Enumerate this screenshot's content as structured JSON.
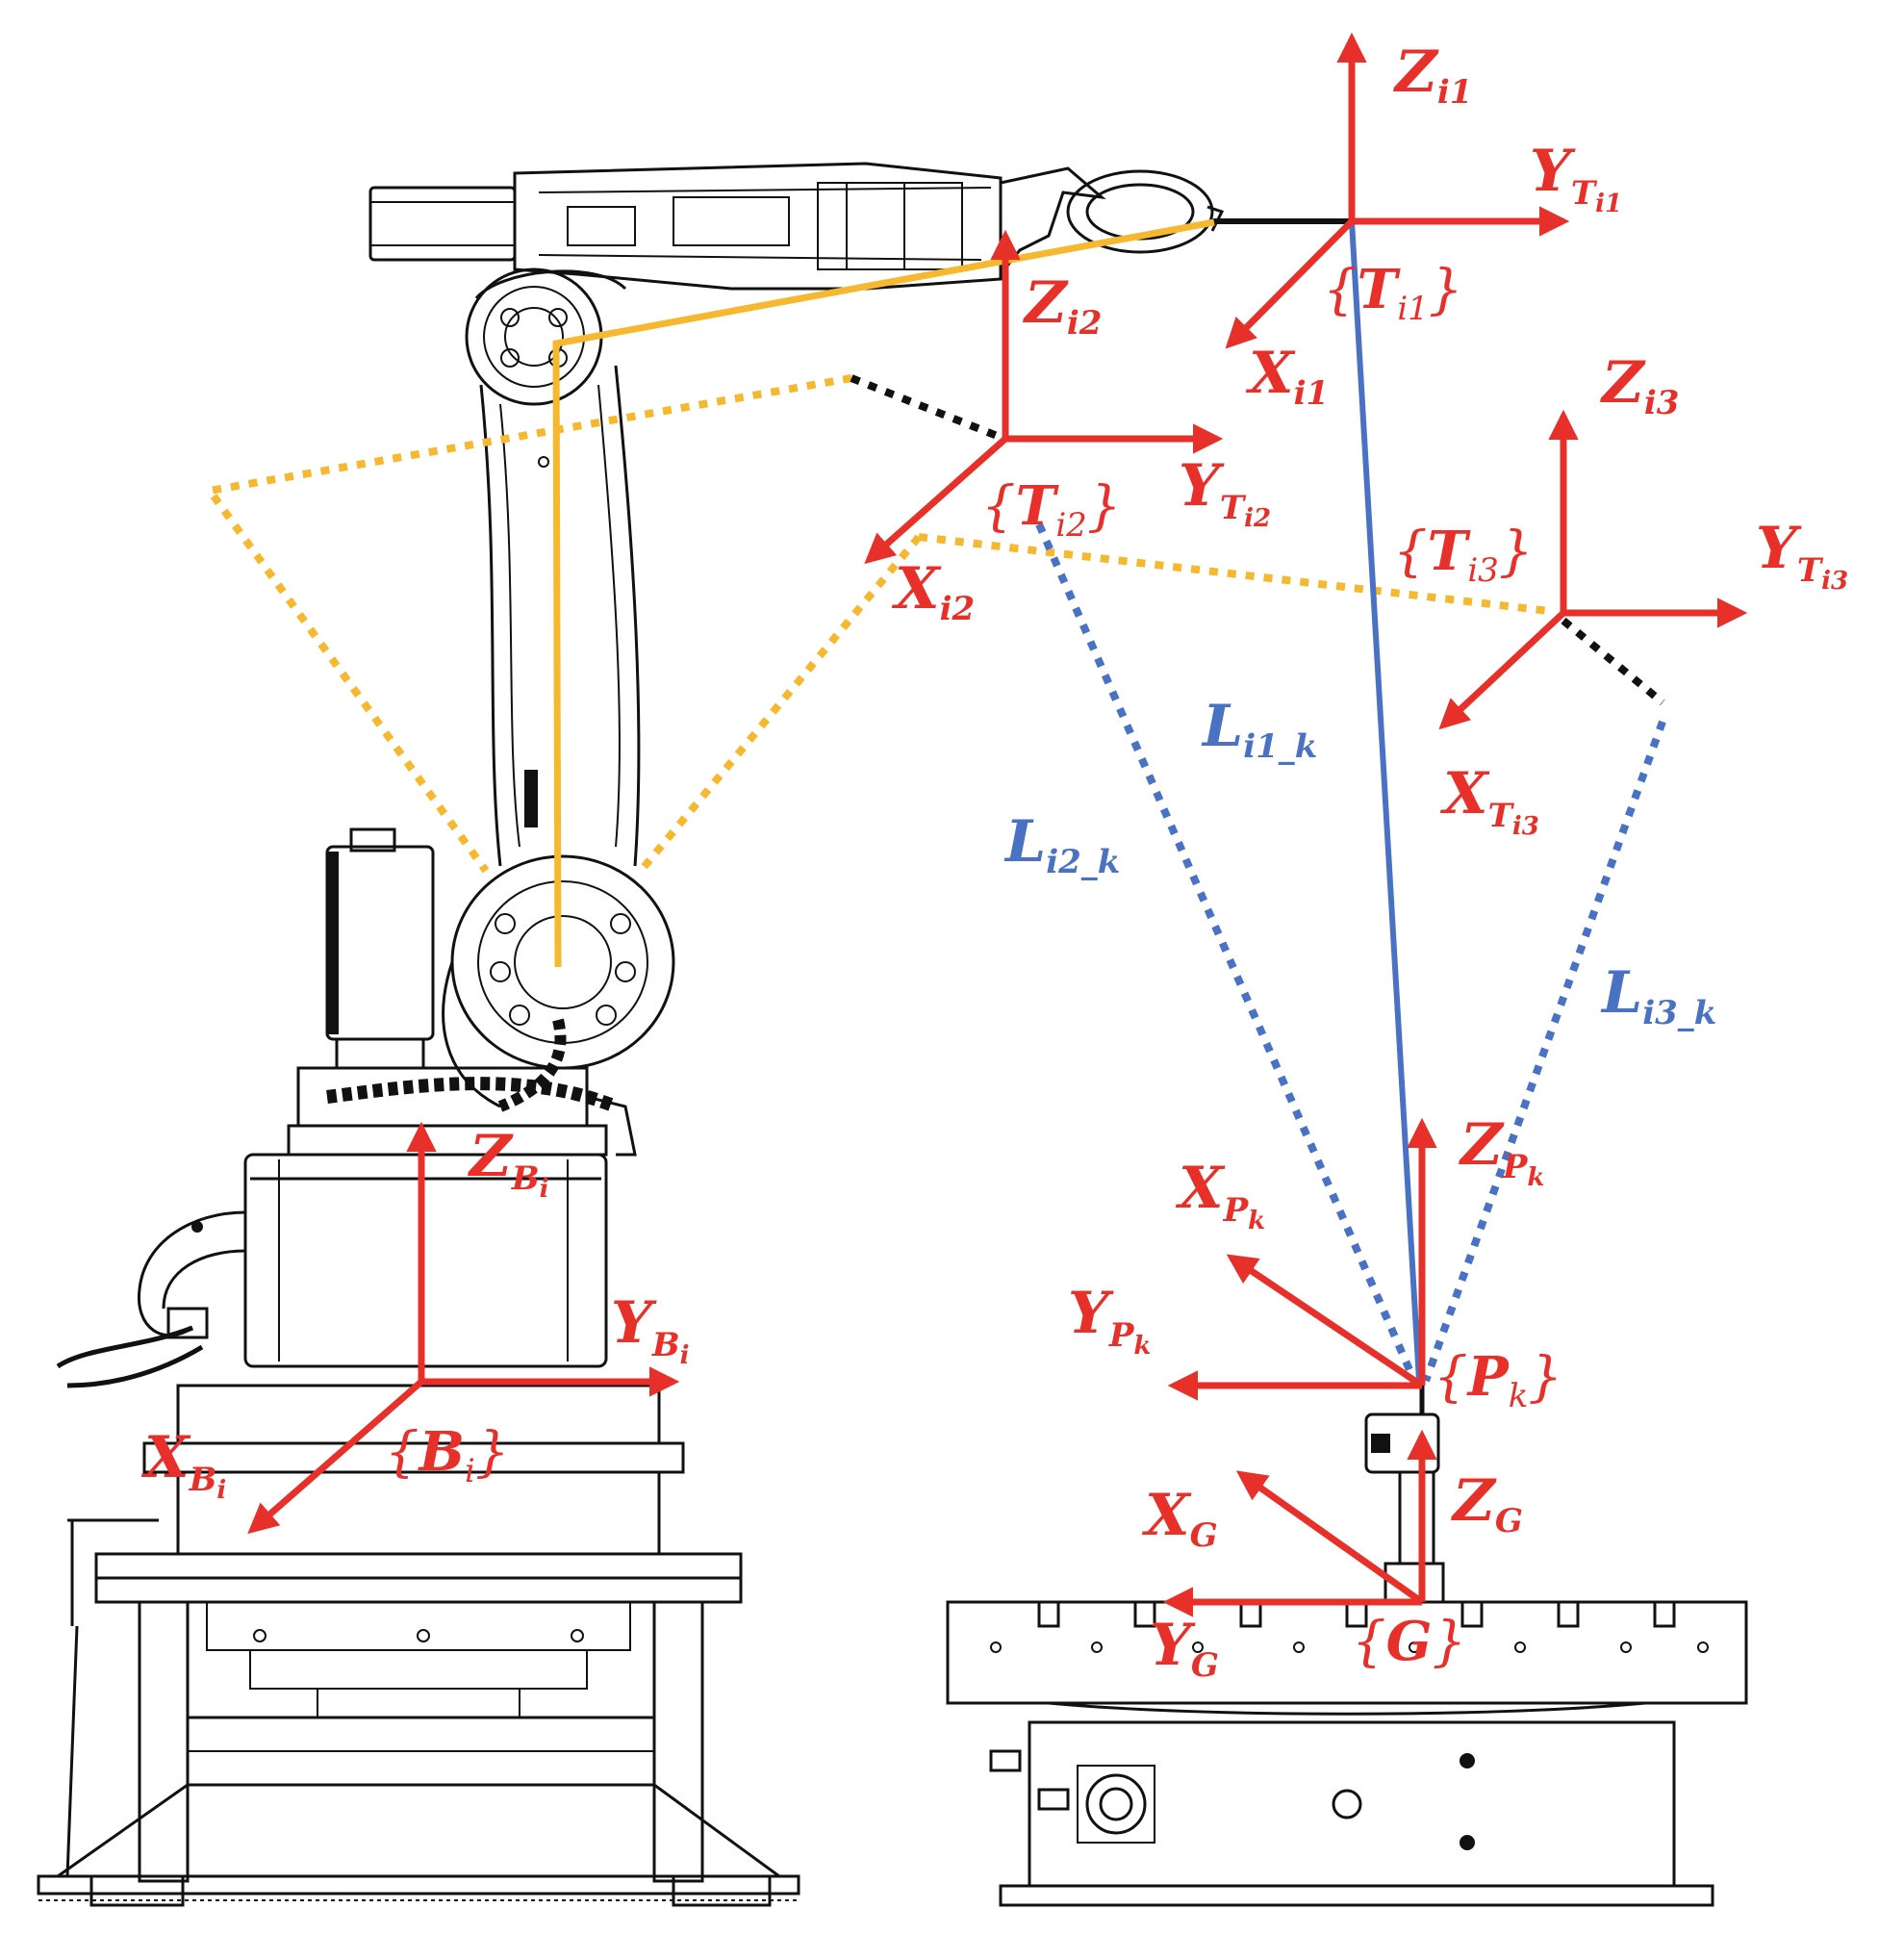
{
  "colors": {
    "axis": "#e8302a",
    "measurement": "#4a72c4",
    "robot_link": "#f5b82e",
    "drawing": "#111111"
  },
  "labels": {
    "Z_i1": {
      "base": "Z",
      "sub": "i1"
    },
    "Y_Ti1": {
      "base": "Y",
      "sub": "T",
      "subsub": "i1"
    },
    "T_i1_frame": {
      "open": "{",
      "base": "T",
      "sub": "i1",
      "close": "}"
    },
    "X_i1": {
      "base": "X",
      "sub": "i1"
    },
    "Z_i2": {
      "base": "Z",
      "sub": "i2"
    },
    "Y_Ti2": {
      "base": "Y",
      "sub": "T",
      "subsub": "i2"
    },
    "T_i2_frame": {
      "open": "{",
      "base": "T",
      "sub": "i2",
      "close": "}"
    },
    "X_i2": {
      "base": "X",
      "sub": "i2"
    },
    "Z_i3": {
      "base": "Z",
      "sub": "i3"
    },
    "Y_Ti3": {
      "base": "Y",
      "sub": "T",
      "subsub": "i3"
    },
    "T_i3_frame": {
      "open": "{",
      "base": "T",
      "sub": "i3",
      "close": "}"
    },
    "X_Ti3": {
      "base": "X",
      "sub": "T",
      "subsub": "i3"
    },
    "L_i1_k": {
      "base": "L",
      "sub": "i1_k"
    },
    "L_i2_k": {
      "base": "L",
      "sub": "i2_k"
    },
    "L_i3_k": {
      "base": "L",
      "sub": "i3_k"
    },
    "Z_Bi": {
      "base": "Z",
      "sub": "B",
      "subsub": "i"
    },
    "Y_Bi": {
      "base": "Y",
      "sub": "B",
      "subsub": "i"
    },
    "X_Bi": {
      "base": "X",
      "sub": "B",
      "subsub": "i"
    },
    "B_i_frame": {
      "open": "{",
      "base": "B",
      "sub": "i",
      "close": "}"
    },
    "Z_Pk": {
      "base": "Z",
      "sub": "P",
      "subsub": "k"
    },
    "X_Pk": {
      "base": "X",
      "sub": "P",
      "subsub": "k"
    },
    "Y_Pk": {
      "base": "Y",
      "sub": "P",
      "subsub": "k"
    },
    "P_k_frame": {
      "open": "{",
      "base": "P",
      "sub": "k",
      "close": "}"
    },
    "Z_G": {
      "base": "Z",
      "sub": "G"
    },
    "X_G": {
      "base": "X",
      "sub": "G"
    },
    "Y_G": {
      "base": "Y",
      "sub": "G"
    },
    "G_frame": {
      "open": "{",
      "base": "G",
      "close": "}"
    }
  }
}
